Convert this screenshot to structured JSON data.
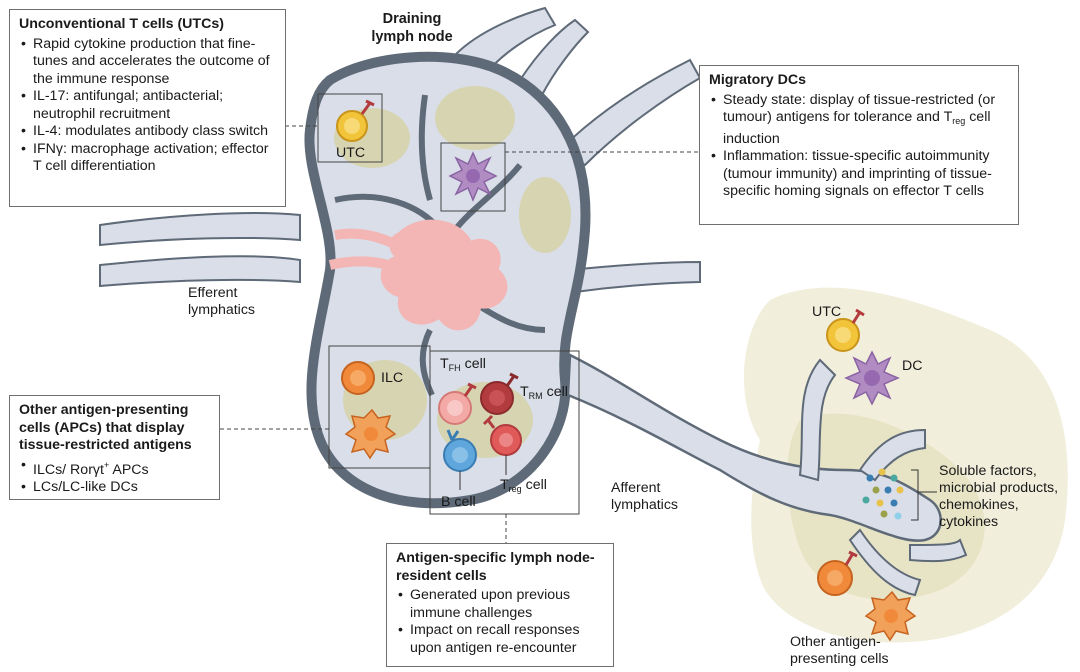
{
  "node_title": [
    "Draining",
    "lymph node"
  ],
  "labels": {
    "utc_node": "UTC",
    "ilc": "ILC",
    "tfh_main": "T",
    "tfh_sub": "FH",
    "tfh_cell": "cell",
    "trm_main": "T",
    "trm_sub": "RM",
    "trm_cell": "cell",
    "treg_main": "T",
    "treg_sub": "reg",
    "treg_cell": "cell",
    "bcell": "B cell",
    "efferent": [
      "Efferent",
      "lymphatics"
    ],
    "afferent": [
      "Afferent",
      "lymphatics"
    ],
    "utc_tissue": "UTC",
    "dc_tissue": "DC",
    "soluble": [
      "Soluble factors,",
      "microbial products,",
      "chemokines,",
      "cytokines"
    ],
    "other_apc": [
      "Other antigen-",
      "presenting cells"
    ]
  },
  "box_utc": {
    "title": "Unconventional T cells (UTCs)",
    "items": [
      "Rapid cytokine production that fine-tunes and accelerates the outcome of the immune response",
      "IL-17: antifungal; antibacterial; neutrophil recruitment",
      "IL-4: modulates antibody class switch",
      "IFNγ: macrophage activation; effector T cell differentiation"
    ]
  },
  "box_dc": {
    "title": "Migratory DCs",
    "item1": "Steady state: display of tissue-restricted (or tumour) antigens for tolerance and",
    "item1_t": "T",
    "item1_sub": "reg",
    "item1_tail": " cell induction",
    "item2": "Inflammation: tissue-specific autoimmunity (tumour immunity) and imprinting of tissue-specific homing signals on effector T cells"
  },
  "box_apc": {
    "title": "Other antigen-presenting cells (APCs) that display tissue-restricted antigens",
    "item1_pre": "ILCs/ Rorγt",
    "item1_sup": "+",
    "item1_post": " APCs",
    "item2": "LCs/LC-like DCs"
  },
  "box_resident": {
    "title": "Antigen-specific lymph node-resident cells",
    "items": [
      "Generated upon previous immune challenges",
      "Impact on recall responses upon antigen re-encounter"
    ]
  },
  "colors": {
    "capsule": "#5f6a78",
    "vessel": "#d9dee8",
    "follicle": "#d6d3ab",
    "medulla": "#f4b6b4",
    "utc": "#f2c43a",
    "dc": "#b08cc3",
    "ilc": "#f08a3a",
    "tfh": "#f3a9a6",
    "trm": "#b23b3e",
    "treg": "#e05a5a",
    "bcell": "#5ea6dc",
    "tissue": "#ece8cf"
  }
}
